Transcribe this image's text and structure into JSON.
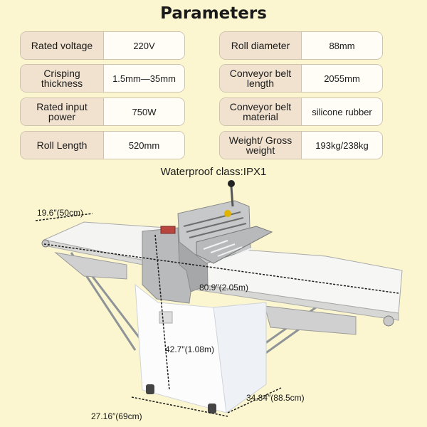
{
  "title": "Parameters",
  "params_left": [
    {
      "label": "Rated voltage",
      "value": "220V"
    },
    {
      "label": "Crisping thickness",
      "value": "1.5mm—35mm"
    },
    {
      "label": "Rated input power",
      "value": "750W"
    },
    {
      "label": "Roll Length",
      "value": "520mm"
    }
  ],
  "params_right": [
    {
      "label": "Roll diameter",
      "value": "88mm"
    },
    {
      "label": "Conveyor belt length",
      "value": "2055mm"
    },
    {
      "label": "Conveyor belt material",
      "value": "silicone rubber"
    },
    {
      "label": "Weight/ Gross weight",
      "value": "193kg/238kg"
    }
  ],
  "waterproof": "Waterproof class:IPX1",
  "dimensions": {
    "width": "19.6″(50cm)",
    "length": "80.9″(2.05m)",
    "height": "42.7″(1.08m)",
    "depth": "34.84″(88.5cm)",
    "base": "27.16″(69cm)"
  }
}
